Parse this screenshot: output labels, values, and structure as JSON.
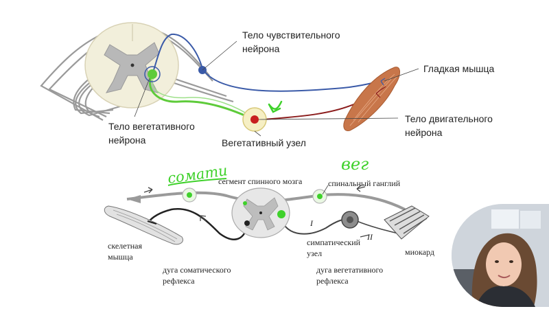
{
  "top_diagram": {
    "labels": {
      "sensory_neuron_line1": "Тело чувствительного",
      "sensory_neuron_line2": "нейрона",
      "smooth_muscle": "Гладкая мышца",
      "motor_neuron_line1": "Тело двигательного",
      "motor_neuron_line2": "нейрона",
      "vegetative_neuron_line1": "Тело вегетативного",
      "vegetative_neuron_line2": "нейрона",
      "vegetative_node": "Вегетативный узел"
    },
    "colors": {
      "sensory_fiber": "#3a5aa8",
      "motor_fiber": "#8b1c1c",
      "vegetative_fiber": "#5ecb3a",
      "muscle": "#c8764a",
      "cord_grey": "#b8b8b8"
    }
  },
  "bottom_diagram": {
    "labels": {
      "spinal_segment": "сегмент спинного мозга",
      "spinal_ganglion": "спинальный ганглий",
      "skeletal_muscle_line1": "скелетная",
      "skeletal_muscle_line2": "мышца",
      "somatic_arc_line1": "дуга соматического",
      "somatic_arc_line2": "рефлекса",
      "sympathetic_node_line1": "симпатический",
      "sympathetic_node_line2": "узел",
      "vegetative_arc_line1": "дуга вегетативного",
      "vegetative_arc_line2": "рефлекса",
      "myocard": "миокард",
      "roman_1": "I",
      "roman_2": "II"
    }
  },
  "handwriting": {
    "left": "сомати",
    "right": "вег",
    "color": "#3fd12b"
  },
  "webcam": {
    "icon": "webcam-presenter-icon"
  }
}
